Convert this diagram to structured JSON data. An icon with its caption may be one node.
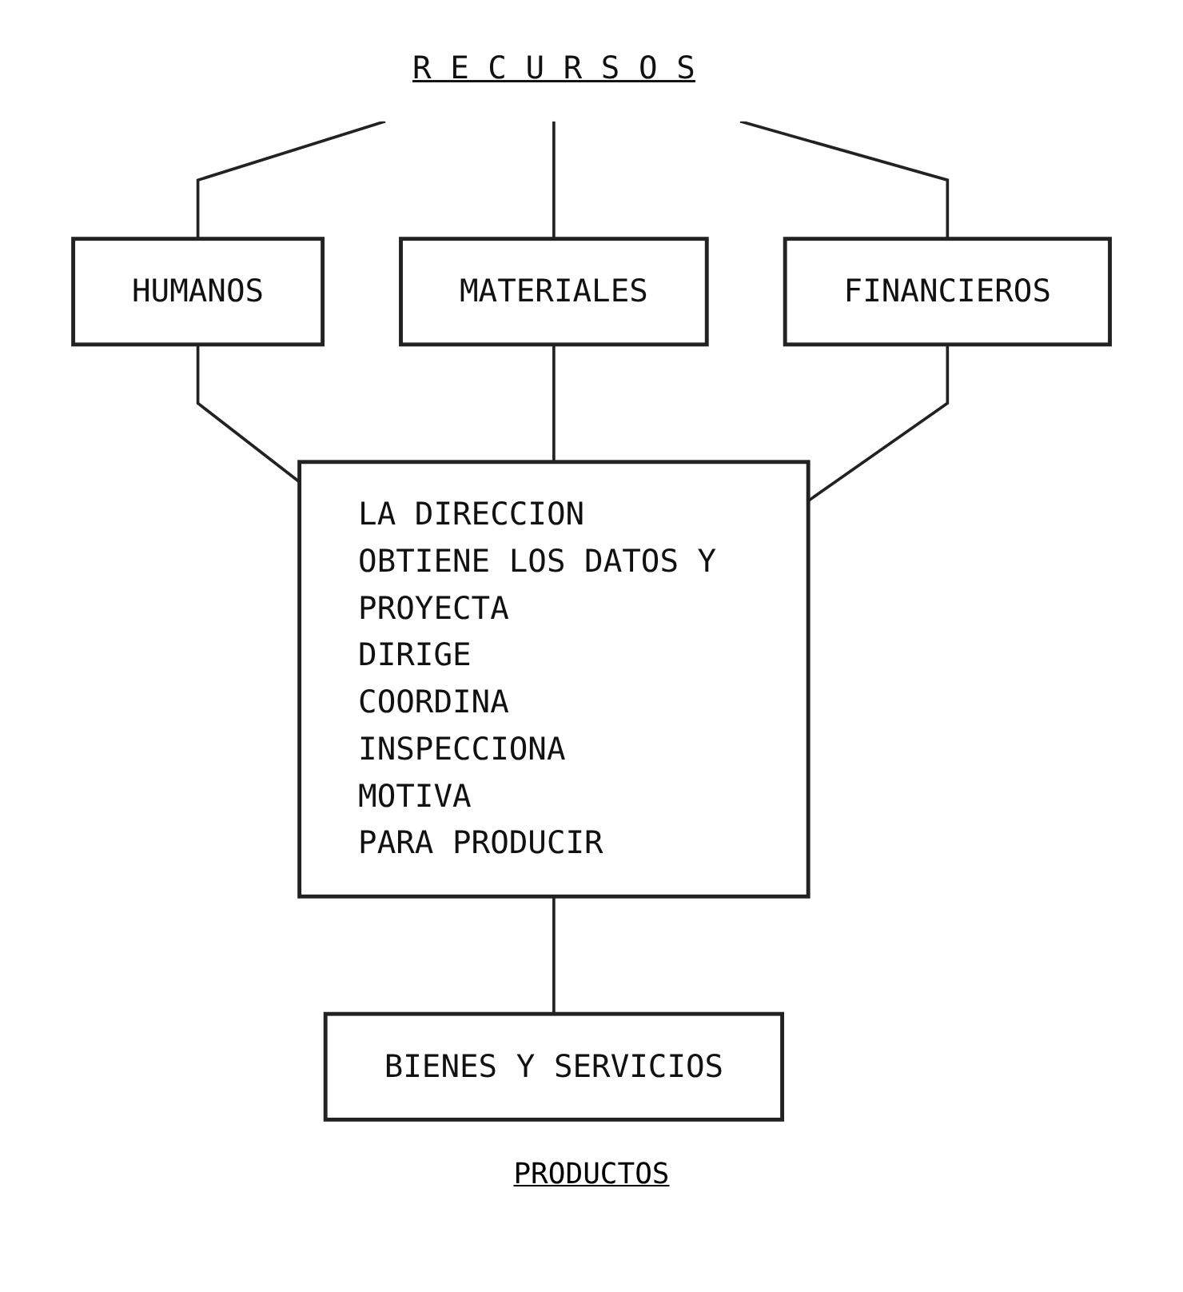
{
  "diagram": {
    "nodes": [
      {
        "text": [
          "R E C U R S O S"
        ]
      },
      {
        "text": [
          "HUMANOS"
        ]
      },
      {
        "text": [
          "MATERIALES"
        ]
      },
      {
        "text": [
          "FINANCIEROS"
        ]
      },
      {
        "text": [
          "LA DIRECCION OBTIENE LOS DATOS Y",
          "PROYECTA",
          "DIRIGE",
          "COORDINA",
          "INSPECCIONA",
          "MOTIVA",
          "PARA PRODUCIR"
        ]
      },
      {
        "text": [
          "BIENES Y SERVICIOS"
        ]
      }
    ],
    "edges": [
      {
        "from": 0,
        "to": 1,
        "arrow": "none"
      },
      {
        "from": 0,
        "to": 2,
        "arrow": "none"
      },
      {
        "from": 0,
        "to": 3,
        "arrow": "none"
      },
      {
        "from": 1,
        "to": 4,
        "arrow": "none"
      },
      {
        "from": 2,
        "to": 4,
        "arrow": "none"
      },
      {
        "from": 3,
        "to": 4,
        "arrow": "none"
      },
      {
        "from": 4,
        "to": 5,
        "arrow": "none"
      }
    ],
    "labels": [
      "PRODUCTOS"
    ]
  }
}
